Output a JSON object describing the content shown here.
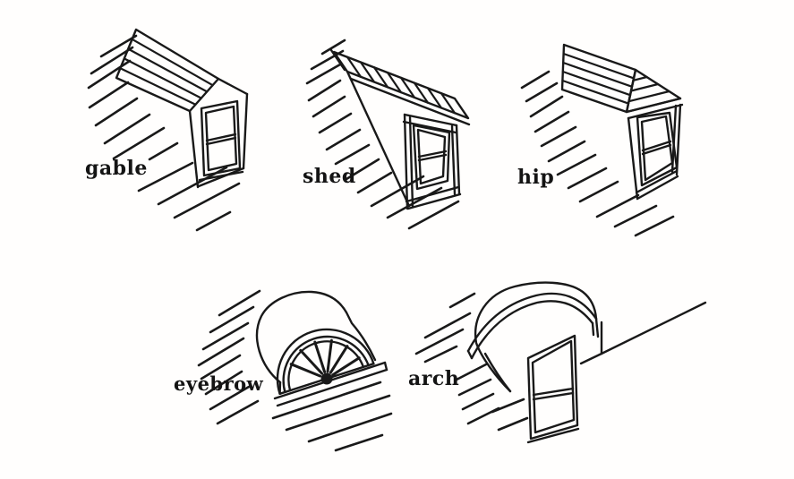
{
  "page": {
    "background": "#fffefd",
    "ink_color": "#191919",
    "description": "Line-art diagram of five dormer roof types on hatched roof slopes"
  },
  "diagram": {
    "figures": [
      {
        "id": "gable",
        "label": "gable"
      },
      {
        "id": "shed",
        "label": "shed"
      },
      {
        "id": "hip",
        "label": "hip"
      },
      {
        "id": "eyebrow",
        "label": "eyebrow"
      },
      {
        "id": "arch",
        "label": "arch"
      }
    ]
  }
}
